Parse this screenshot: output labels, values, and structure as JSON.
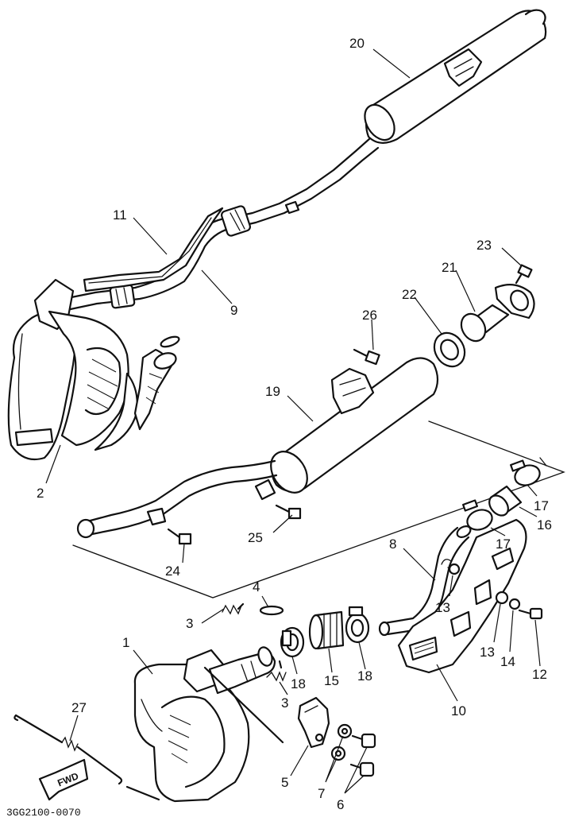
{
  "diagram": {
    "drawing_code": "3GG2100-0070",
    "direction_label": "FWD",
    "callouts": [
      {
        "id": "c20",
        "text": "20"
      },
      {
        "id": "c11",
        "text": "11"
      },
      {
        "id": "c9",
        "text": "9"
      },
      {
        "id": "c23",
        "text": "23"
      },
      {
        "id": "c21",
        "text": "21"
      },
      {
        "id": "c22",
        "text": "22"
      },
      {
        "id": "c26",
        "text": "26"
      },
      {
        "id": "c19",
        "text": "19"
      },
      {
        "id": "c2",
        "text": "2"
      },
      {
        "id": "c17a",
        "text": "17"
      },
      {
        "id": "c16",
        "text": "16"
      },
      {
        "id": "c17b",
        "text": "17"
      },
      {
        "id": "c25",
        "text": "25"
      },
      {
        "id": "c24",
        "text": "24"
      },
      {
        "id": "c8",
        "text": "8"
      },
      {
        "id": "c13a",
        "text": "13"
      },
      {
        "id": "c13b",
        "text": "13"
      },
      {
        "id": "c14",
        "text": "14"
      },
      {
        "id": "c12",
        "text": "12"
      },
      {
        "id": "c4",
        "text": "4"
      },
      {
        "id": "c3a",
        "text": "3"
      },
      {
        "id": "c1",
        "text": "1"
      },
      {
        "id": "c18a",
        "text": "18"
      },
      {
        "id": "c15",
        "text": "15"
      },
      {
        "id": "c18b",
        "text": "18"
      },
      {
        "id": "c3b",
        "text": "3"
      },
      {
        "id": "c10",
        "text": "10"
      },
      {
        "id": "c27",
        "text": "27"
      },
      {
        "id": "c5",
        "text": "5"
      },
      {
        "id": "c7",
        "text": "7"
      },
      {
        "id": "c6",
        "text": "6"
      }
    ]
  }
}
